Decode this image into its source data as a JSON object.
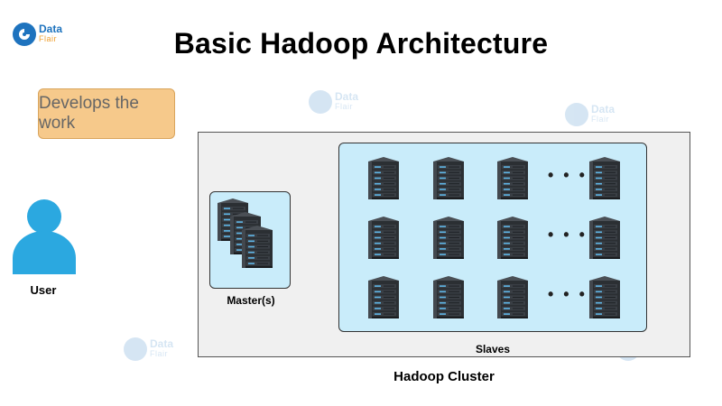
{
  "title": "Basic Hadoop Architecture",
  "brand": {
    "line1": "Data",
    "line2": "Flair"
  },
  "note": {
    "text": "Develops the work",
    "fill": "#f6c98b"
  },
  "user": {
    "label": "User",
    "color": "#2ba8e0"
  },
  "cluster": {
    "label": "Hadoop Cluster",
    "master_label": "Master(s)",
    "slaves_label": "Slaves",
    "panel_color": "#c9ecfa"
  },
  "slave_rows": [
    {
      "servers": 4,
      "ellipsis": "• • •"
    },
    {
      "servers": 4,
      "ellipsis": "• • •"
    },
    {
      "servers": 4,
      "ellipsis": "• • •"
    }
  ],
  "server_icon": "server-rack-icon"
}
